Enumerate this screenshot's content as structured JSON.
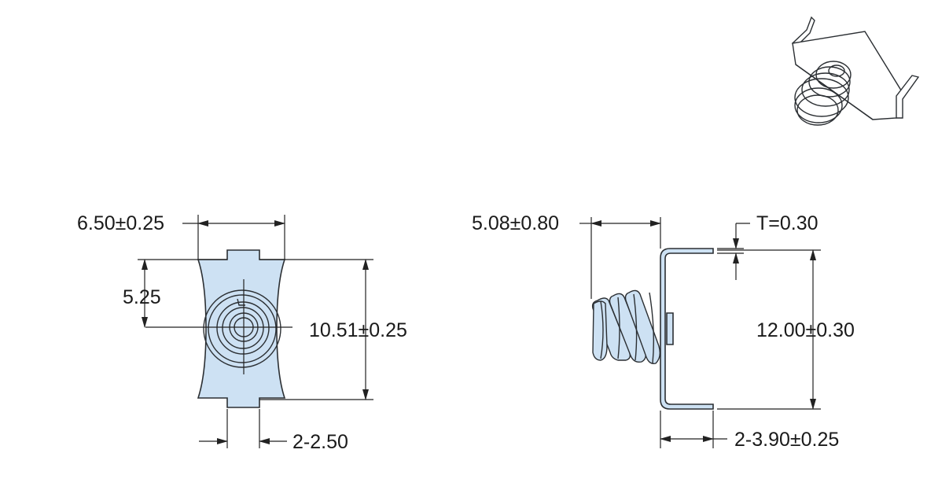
{
  "diagram": {
    "front_view": {
      "width_dim": "6.50±0.25",
      "offset_dim": "5.25",
      "height_dim": "10.51±0.25",
      "tab_dim": "2-2.50"
    },
    "side_view": {
      "spring_dim": "5.08±0.80",
      "thickness_dim": "T=0.30",
      "height_dim": "12.00±0.30",
      "tab_dim": "2-3.90±0.25"
    },
    "colors": {
      "part_fill": "#cde1f3",
      "outline": "#2b2f33"
    },
    "icons": {
      "isometric": "battery-spring-contact-isometric-icon"
    }
  }
}
